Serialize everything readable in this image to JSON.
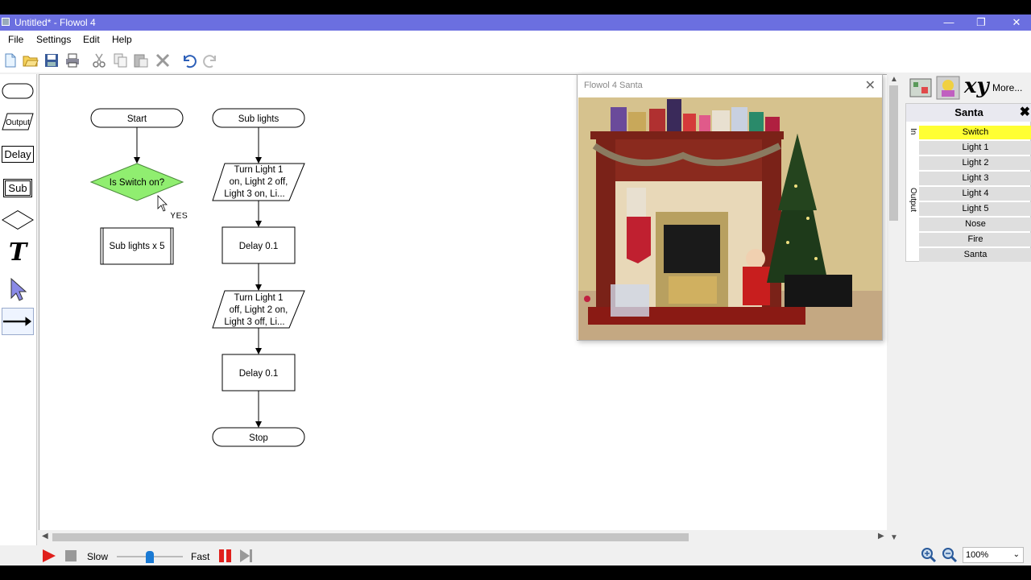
{
  "window": {
    "title": "Untitled* - Flowol 4"
  },
  "menu": [
    "File",
    "Settings",
    "Edit",
    "Help"
  ],
  "toolbar_icons": [
    "new-icon",
    "open-icon",
    "save-icon",
    "print-icon",
    "cut-icon",
    "copy-icon",
    "paste-icon",
    "delete-icon",
    "undo-icon",
    "redo-icon"
  ],
  "palette": {
    "output": "Output",
    "delay": "Delay",
    "sub": "Sub",
    "text": "T"
  },
  "flowchart": {
    "start": "Start",
    "decision": "Is Switch on?",
    "yes": "YES",
    "sub_call": "Sub lights x 5",
    "sub_start": "Sub lights",
    "out1": [
      "Turn Light 1",
      "on, Light 2 off,",
      "Light 3 on, Li..."
    ],
    "delay1": "Delay 0.1",
    "out2": [
      "Turn Light 1",
      "off, Light 2 on,",
      "Light 3 off, Li..."
    ],
    "delay2": "Delay 0.1",
    "stop": "Stop"
  },
  "popup": {
    "title": "Flowol 4 Santa"
  },
  "right_panel": {
    "more": "More...",
    "xy": "xy",
    "mimic_title": "Santa",
    "in_label": "In",
    "output_label": "Output",
    "inputs": [
      {
        "label": "Switch",
        "on": true
      }
    ],
    "outputs": [
      "Light 1",
      "Light 2",
      "Light 3",
      "Light 4",
      "Light 5",
      "Nose",
      "Fire",
      "Santa"
    ]
  },
  "bottom": {
    "slow": "Slow",
    "fast": "Fast",
    "zoom": "100%",
    "speed": 0.5
  },
  "colors": {
    "titlebar": "#6b6fe0",
    "decision_fill": "#90ee70",
    "switch_on": "#ffff33",
    "run": "#e0201c"
  }
}
